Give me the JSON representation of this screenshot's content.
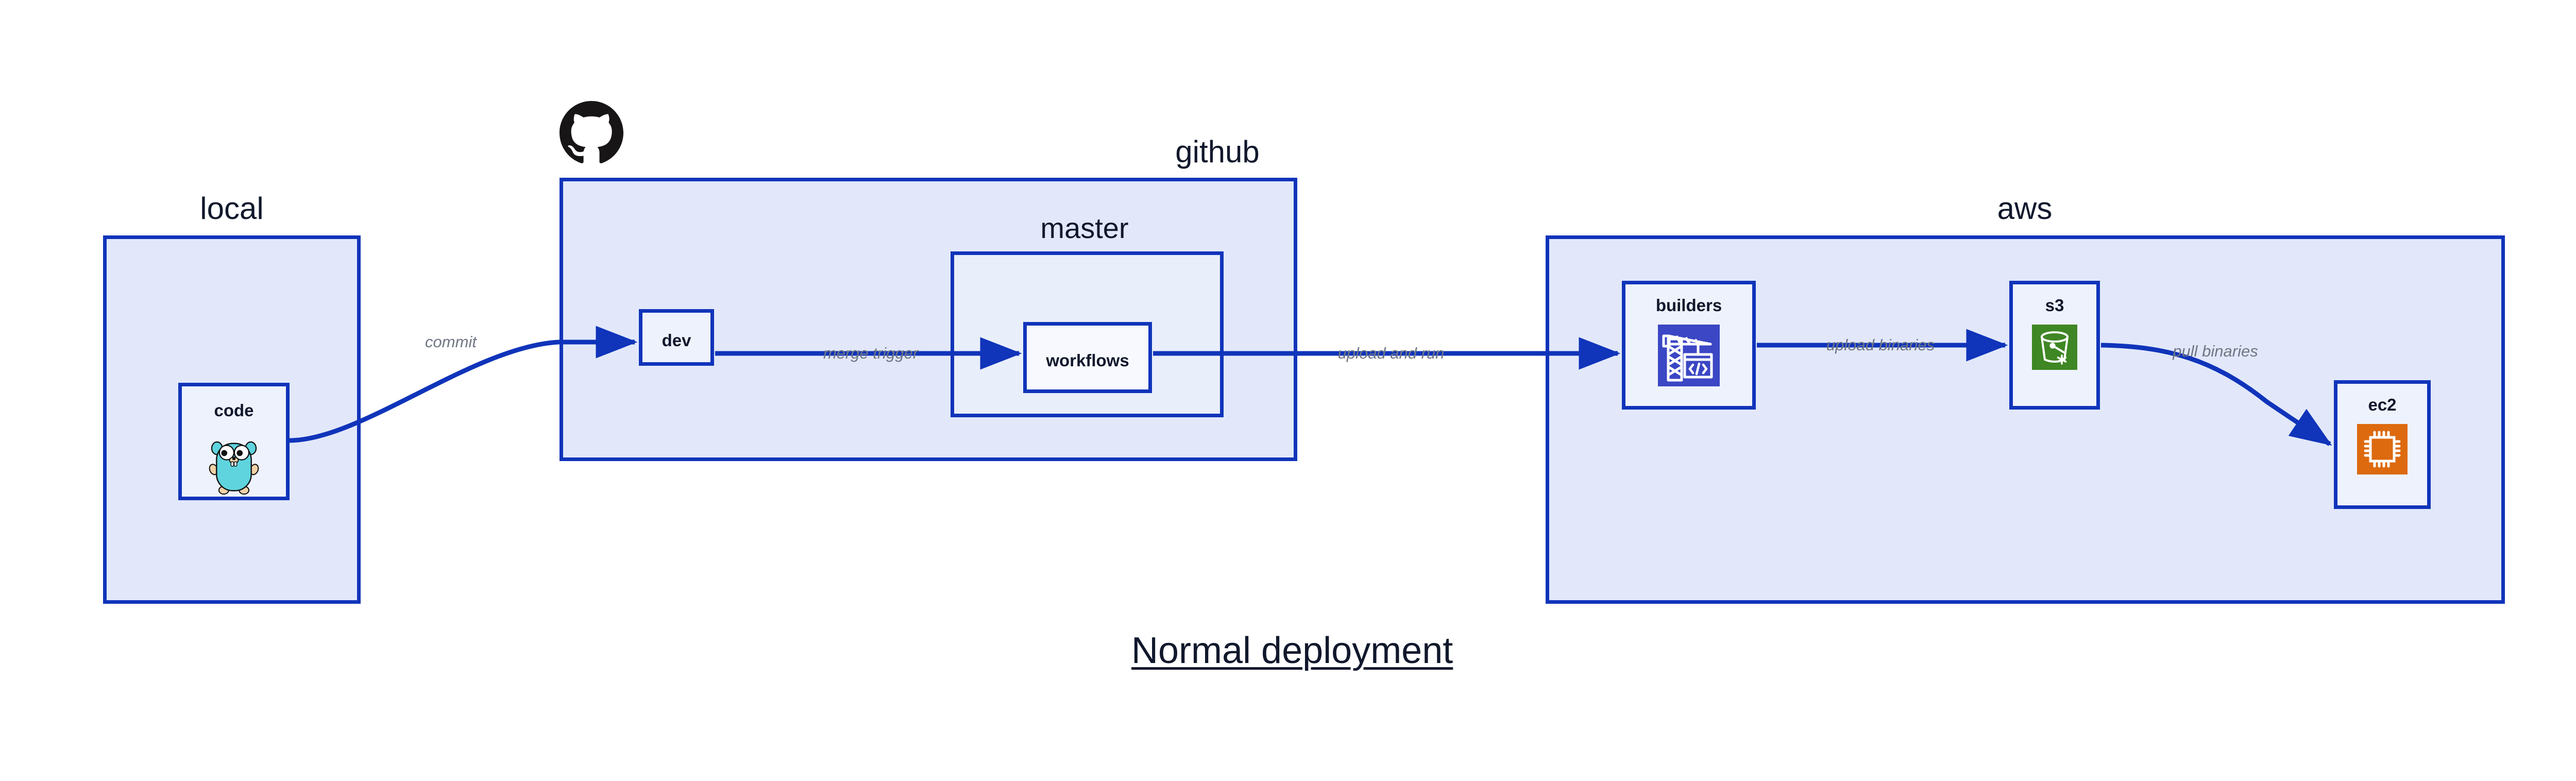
{
  "title": "Normal deployment",
  "colors": {
    "group_fill": "#e2e8fa",
    "group_border": "#1034ba",
    "node_fill": "#eef2fc",
    "edge_stroke": "#1034ba",
    "edge_label": "#6f7684",
    "text": "#11182c",
    "builders_icon_bg": "#3b47c4",
    "s3_icon_bg": "#3f8624",
    "ec2_icon_bg": "#dd6a0f",
    "gopher_body": "#5fd4de",
    "github_logo": "#171515"
  },
  "groups": [
    {
      "id": "local",
      "label": "local"
    },
    {
      "id": "github",
      "label": "github"
    },
    {
      "id": "aws",
      "label": "aws"
    }
  ],
  "subgroups": [
    {
      "id": "master",
      "label": "master",
      "parent": "github"
    }
  ],
  "nodes": [
    {
      "id": "code",
      "label": "code",
      "icon": "go-gopher-icon",
      "parent": "local"
    },
    {
      "id": "dev",
      "label": "dev",
      "icon": null,
      "parent": "github"
    },
    {
      "id": "workflows",
      "label": "workflows",
      "icon": null,
      "parent": "master"
    },
    {
      "id": "builders",
      "label": "builders",
      "icon": "crane-code-icon",
      "parent": "aws"
    },
    {
      "id": "s3",
      "label": "s3",
      "icon": "s3-bucket-icon",
      "parent": "aws"
    },
    {
      "id": "ec2",
      "label": "ec2",
      "icon": "cpu-chip-icon",
      "parent": "aws"
    }
  ],
  "edges": [
    {
      "id": "commit",
      "from": "code",
      "to": "dev",
      "label": "commit"
    },
    {
      "id": "merge-trigger",
      "from": "dev",
      "to": "workflows",
      "label": "merge trigger"
    },
    {
      "id": "upload-and-run",
      "from": "workflows",
      "to": "builders",
      "label": "upload and run"
    },
    {
      "id": "upload-binaries",
      "from": "builders",
      "to": "s3",
      "label": "upload binaries"
    },
    {
      "id": "pull-binaries",
      "from": "s3",
      "to": "ec2",
      "label": "pull binaries"
    }
  ],
  "logos": [
    {
      "id": "github-logo",
      "name": "github-octocat-icon"
    }
  ]
}
